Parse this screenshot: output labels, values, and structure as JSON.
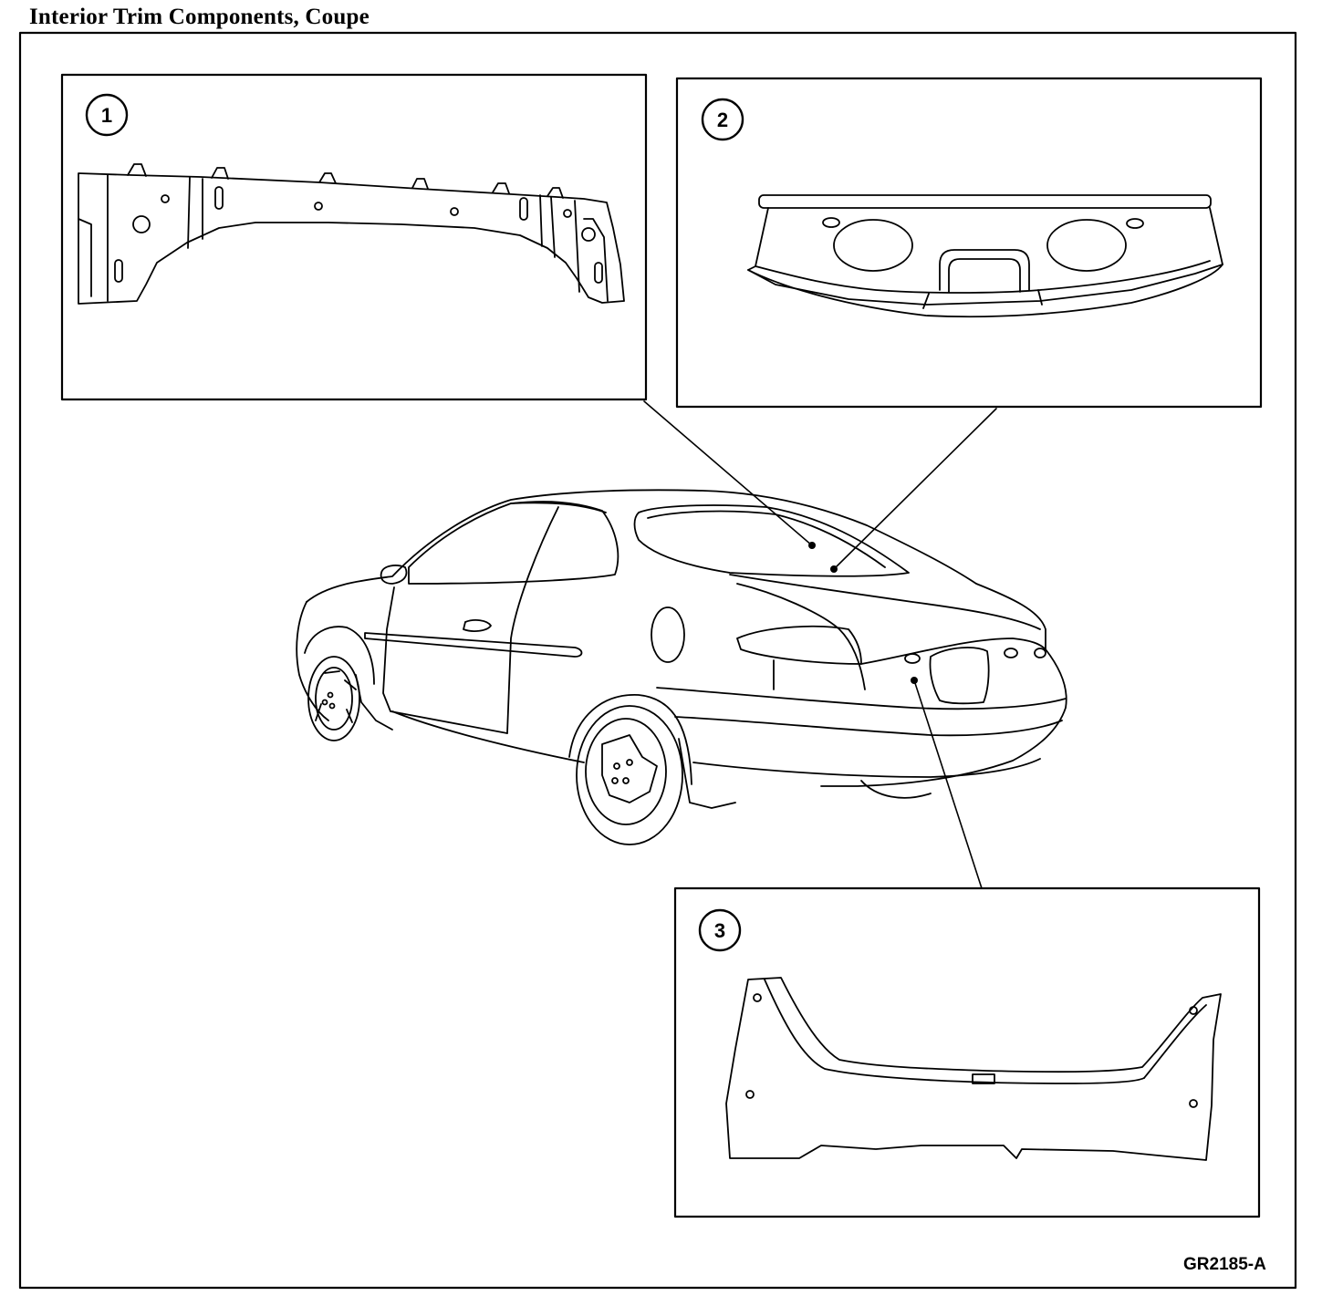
{
  "header": {
    "title": "Interior Trim Components, Coupe"
  },
  "footer": {
    "figure_id": "GR2185-A"
  },
  "callouts": [
    {
      "number": "1",
      "part_icon": "rear-quarter-trim-panel-icon"
    },
    {
      "number": "2",
      "part_icon": "package-tray-trim-panel-icon"
    },
    {
      "number": "3",
      "part_icon": "luggage-compartment-rear-trim-panel-icon"
    }
  ],
  "vehicle_icon": "coupe-vehicle-icon",
  "colors": {
    "ink": "#000000",
    "paper": "#ffffff"
  }
}
